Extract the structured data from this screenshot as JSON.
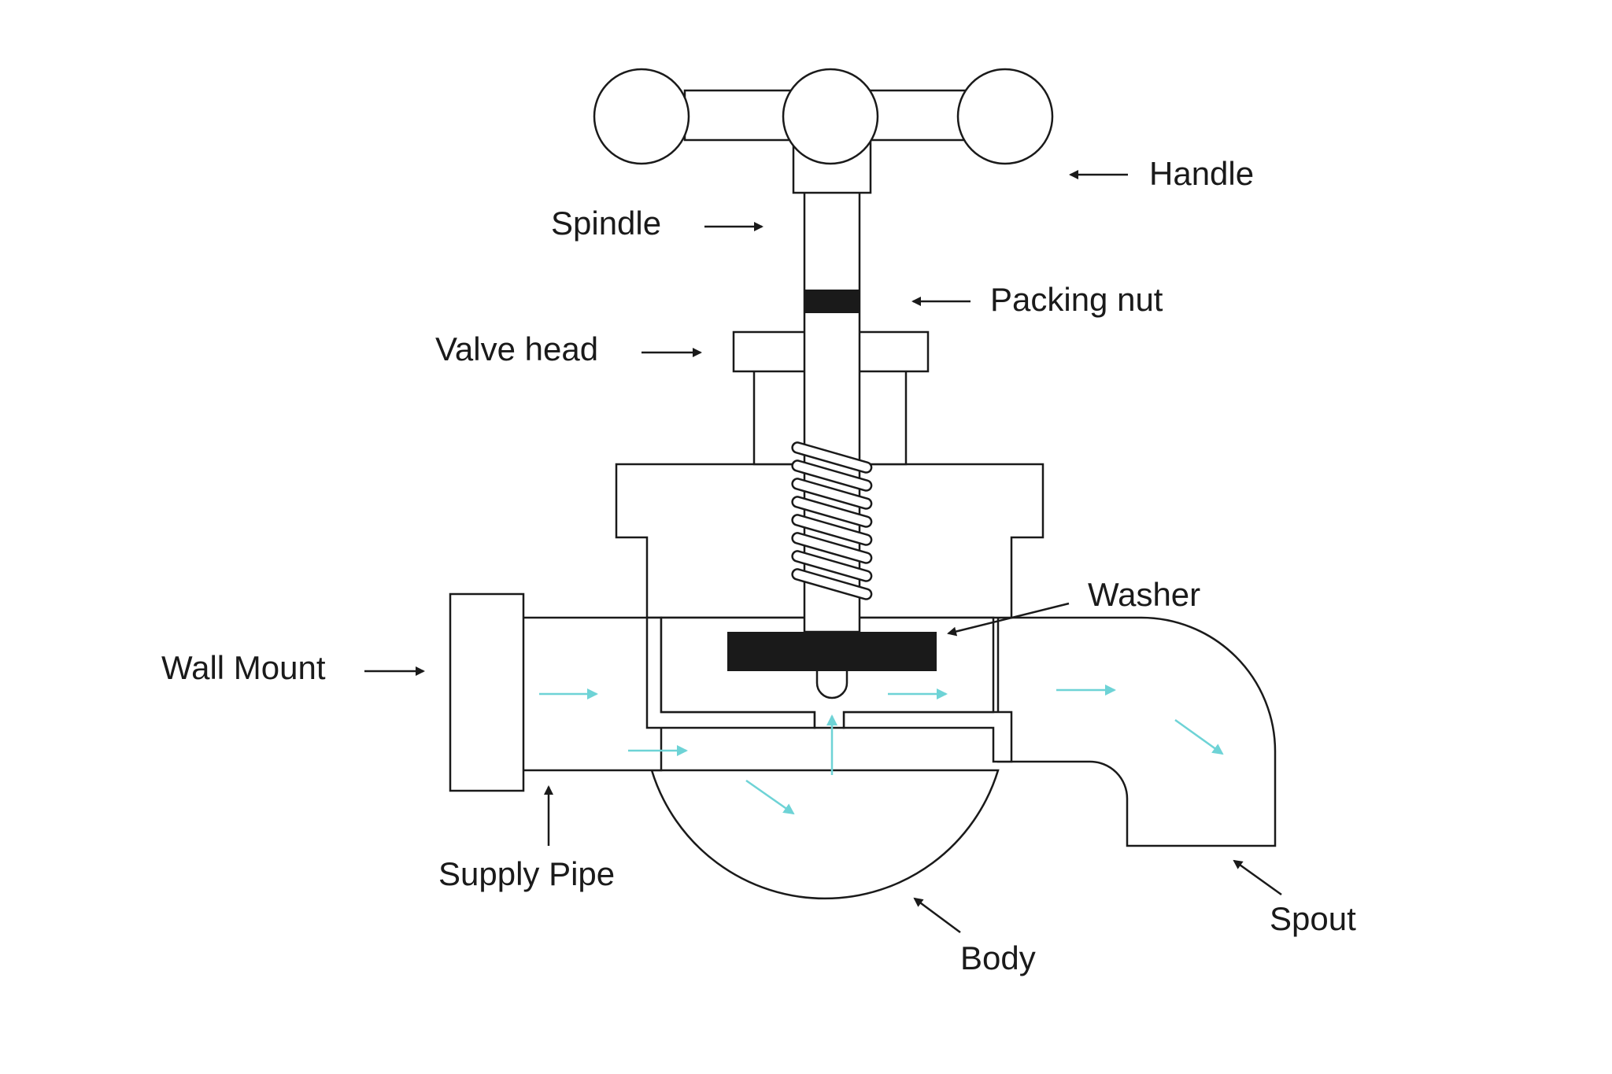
{
  "diagram": {
    "labels": {
      "handle": "Handle",
      "spindle": "Spindle",
      "packing_nut": "Packing nut",
      "valve_head": "Valve head",
      "washer": "Washer",
      "wall_mount": "Wall Mount",
      "supply_pipe": "Supply Pipe",
      "body": "Body",
      "spout": "Spout"
    },
    "colors": {
      "outline": "#1a1a1a",
      "flow_arrows": "#6ed3d6",
      "background": "#ffffff"
    }
  }
}
